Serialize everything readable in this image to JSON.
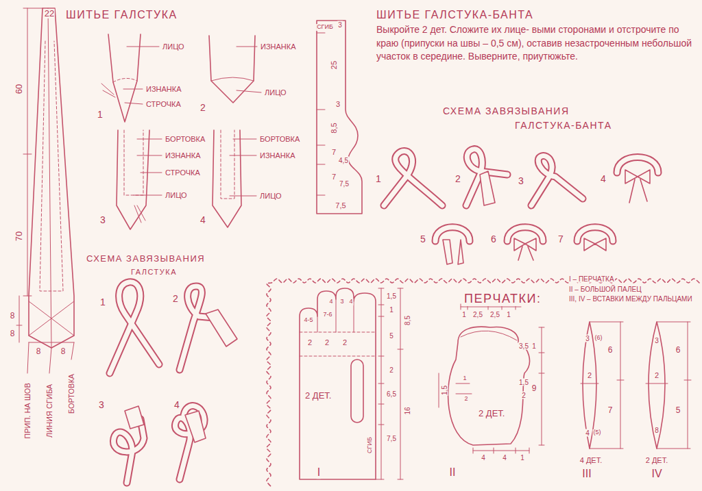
{
  "diagram": {
    "labels": [
      "22",
      "ШИТЬЕ ГАЛСТУКА",
      "60",
      "70",
      "8",
      "8",
      "8",
      "8",
      "ПРИП. НА ШОВ",
      "ЛИНИЯ СГИБА",
      "БОРТОВКА",
      "ЛИЦО",
      "ИЗНАНКА",
      "СТРОЧКА",
      "1",
      "ИЗНАНКА",
      "ЛИЦО",
      "2",
      "БОРТОВКА",
      "ИЗНАНКА",
      "СТРОЧКА",
      "ЛИЦО",
      "3",
      "БОРТОВКА",
      "ИЗНАНКА",
      "ЛИЦО",
      "4",
      "СХЕМА ЗАВЯЗЫВАНИЯ",
      "ГАЛСТУКА",
      "1",
      "2",
      "3",
      "4",
      "СГИБ",
      "3",
      "25",
      "3",
      "8,5",
      "7",
      "4,5",
      "7",
      "7,5",
      "7,5",
      "ШИТЬЕ ГАЛСТУКА-БАНТА",
      "Выкройте 2 дет. Сложите их лице- выми сторонами и отстрочите по краю (припуски на швы – 0,5 см), оставив незастроченным небольшой участок в середине. Выверните, приутюжьте.",
      "СХЕМА ЗАВЯЗЫВАНИЯ",
      "ГАЛСТУКА-БАНТА",
      "1",
      "2",
      "3",
      "4",
      "5",
      "6",
      "7",
      "ПЕРЧАТКИ:",
      "I – ПЕРЧАТКА",
      "II – БОЛЬШОЙ ПАЛЕЦ",
      "III, IV – ВСТАВКИ МЕЖДУ ПАЛЬЦАМИ",
      "4",
      "3",
      "4",
      "1,5",
      "7-6",
      "4-5",
      "1",
      "8,5",
      "2",
      "2",
      "2",
      "5",
      "2",
      "6,5",
      "16",
      "7,5",
      "2 ДЕТ.",
      "СГИБ",
      "I",
      "1",
      "2,5",
      "2,5",
      "1",
      "3,5",
      "1",
      "1,5",
      "2",
      "9",
      "1,5",
      "1",
      "2",
      "2 ДЕТ.",
      "4",
      "4",
      "1",
      "II",
      "3",
      "(6)",
      "2",
      "4",
      "(5)",
      "6",
      "7",
      "4 ДЕТ.",
      "III",
      "3",
      "2",
      "8",
      "6",
      "5",
      "2 ДЕТ.",
      "IV"
    ]
  }
}
